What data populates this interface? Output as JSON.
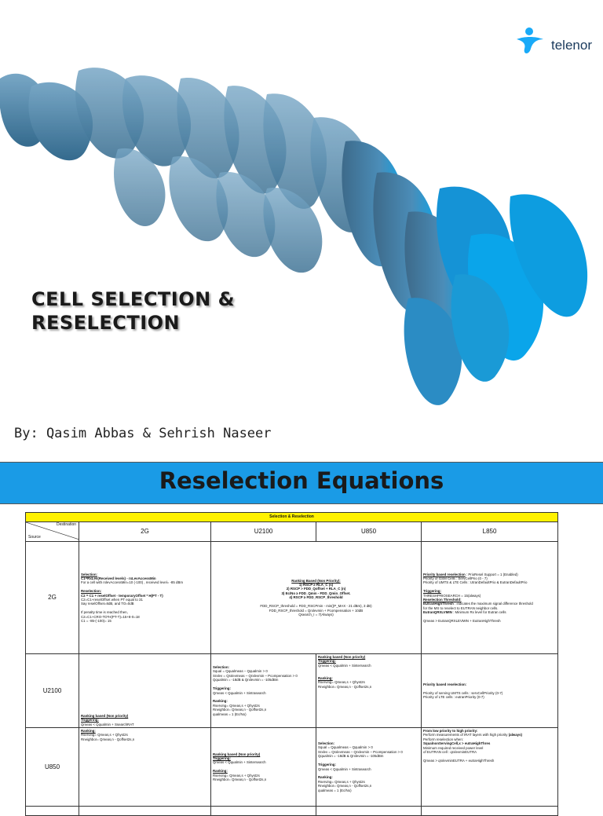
{
  "slide1": {
    "logo_text": "telenor",
    "title_line1": "CELL SELECTION &",
    "title_line2": "RESELECTION",
    "byline": "By: Qasim Abbas & Sehrish Naseer"
  },
  "slide2": {
    "banner": "Reselection Equations",
    "table": {
      "header": "Selection & Reselection",
      "corner_destination": "Destination",
      "corner_source": "Source",
      "columns": [
        "2G",
        "U2100",
        "U850",
        "L850"
      ],
      "rows": [
        "2G",
        "U2100",
        "U850"
      ],
      "r2g_c2g": {
        "l1": "Selection:",
        "l2": "C1=RxLev(Received levels) - rxLevAccessMin",
        "l3": "For a cell with rxlevAccessMin=10 (-100) , received level= -85 dBm",
        "l4": "Reselection:",
        "l5": "C2 = C1 + reselOffset - temporaryOffset * H(PT - T)",
        "l6": "C2=C1+reselOffset when PT equal to 31",
        "l7": "Say reselOffset=8dB, and TO=0dB",
        "l8": "If penalty time is reached then,",
        "l9": "C2=C1+CRO-TO*H(PT-T)=15+8-0=18",
        "l10": "C1 = -85-(-100)= 15"
      },
      "r2g_cu": {
        "l1": "Ranking Based (Non Priority):",
        "l2": "1) RSCP ≥ RLA_C (s)",
        "l3": "2) RSCP > FDD_Qoffset + RLA_C (n)",
        "l4": "3) Ec/No ≥ FDD_Qmin - FDD_Qmin_Offset.",
        "l5": "4) RSCP ≥ FDD_RSCP_threshold",
        "l6": "FDD_RSCP_threshold = FDD_RSCPmin - min((P_MAX - 21 dBm), 3 dB)",
        "l7": "FDD_RSCP_threshold = Qrxlevmin + Pcompensation + 10dB",
        "l8": "Qsearch_I = 7(Always)"
      },
      "r2g_cl": {
        "l1": "Priority based reselection",
        "l1b": ": PrioResel Support = 1 (Enabled)",
        "l2": "Priority of GSM Cells    : ServCellPrio (0 - 7)",
        "l3": "Priority of UMTS & LTE Cells : UtranDefaultPrio & EutranDefaultPrio",
        "l4": "Triggering:",
        "l5": "THRESHPRIOSEARCH = 15(always)",
        "l6": "Reselection Threshold:",
        "l7": "EUtranHighThresh",
        "l7b": ": indicates the maximum signal difference threshold",
        "l8": "for the MS to reselect to EUTRAN neighbor cells.",
        "l9": "EutranQRXLVMIN",
        "l9b": ": Minimum Rx level for Eutran cells",
        "l10": "Qmeas > EutranQRXLEVMIN + EutranHighThresh"
      },
      "ru_c2g": {
        "l1": "Ranking based (Non priority)",
        "l2": "Triggering:",
        "l3": "Qmeas < Qqualmin + SsearchRAT"
      },
      "ru_cu": {
        "l1": "Selection:",
        "l2": "Squal = Qqualmeas – Qqualmin > 0",
        "l3": "Srxlev = Qrxlevmeas – Qrxlevmin – Pcompensation > 0",
        "l4": "Qqualmin = -18dB & Qrxlevmin = -105dBm",
        "l5": "Triggering:",
        "l6": "Qmeas < Qqualmin + Sintrasearch",
        "l7": "Ranking:",
        "l8": "Rserving= Qmeas,s + Qhyst2s",
        "l9": "Rneighbor= Qmeas,n - Qoffset2s,n",
        "l10": "qualmeas = 1 (Ec/No)"
      },
      "ru_cu850": {
        "l1": "Ranking based (Non priority)",
        "l2": "Triggering:",
        "l3": "Qmeas < Qqualmin + Sintersearch",
        "l4": "Ranking:",
        "l5": "Rserving= Qmeas,s + Qhyst2s",
        "l6": "Rneighbor= Qmeas,n - Qoffset2s,n"
      },
      "ru_cl": {
        "l1": "Priority based reselection:",
        "l2": "Priority of serving UMTS cells : servCellPriority (0-7)",
        "l3": "Priority of LTE cells          : eutranPriority (0-7)"
      },
      "ru8_c2g": {
        "l1": "Ranking:",
        "l2": "Rserving= Qmeas,s + Qhyst2s",
        "l3": "Rneighbor= Qmeas,n - Qoffset2s,n"
      },
      "ru8_cu": {
        "l1": "Ranking based (Non priority)",
        "l2": "Triggering:",
        "l3": "Qmeas < Qqualmin + Sintersearch",
        "l4": "Ranking:",
        "l5": "Rserving= Qmeas,s + Qhyst2s",
        "l6": "Rneighbor= Qmeas,n - Qoffset2s,n"
      },
      "ru8_cu850": {
        "l1": "Selection:",
        "l2": "Squal = Qqualmeas – Qqualmin > 0",
        "l3": "Srxlev = Qrxlevmeas – Qrxlevmin – Pcompensation > 0",
        "l4": "Qqualmin = -18dB & Qrxlevmin = -105dBm",
        "l5": "Triggering:",
        "l6": "Qmeas < Qqualmin + Sintrasearch",
        "l7": "Ranking:",
        "l8": "Rserving= Qmeas,s + Qhyst2s",
        "l9": "Rneighbor= Qmeas,n - Qoffset2s,n",
        "l10": "qualmeas = 1 (Ec/No)"
      },
      "ru8_cl": {
        "l1": "From low priority to high priority:",
        "l2": "Perform measurements of IRAT layers with high priority",
        "l2b": "(always)",
        "l3": "Perform reselection when:",
        "l4": "SqualnonServingCell,x > eutraHighThres",
        "l5": "Minimum required received power level",
        "l6": "of EUTRAN cell : qrxlevminEUTRA",
        "l7": "Qmeas > qrxlevminEUTRA + eutraHighThresh"
      }
    }
  }
}
